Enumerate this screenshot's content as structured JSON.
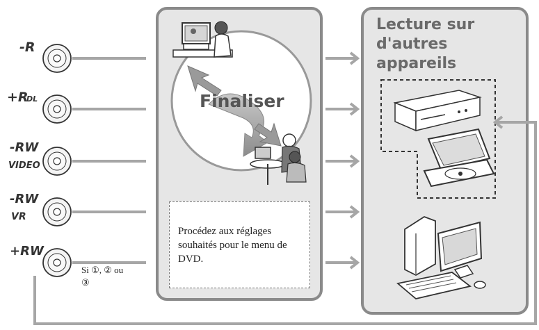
{
  "center_panel": {
    "action_label": "Finaliser",
    "note_text": "Procédez aux réglages souhaités pour le menu de DVD."
  },
  "right_panel": {
    "title_lines": [
      "Lecture sur",
      "d'autres",
      "appareils"
    ]
  },
  "discs": [
    {
      "line1": "-R",
      "line2": ""
    },
    {
      "line1": "+R",
      "line2": "DL"
    },
    {
      "line1": "-RW",
      "line2": "VIDEO"
    },
    {
      "line1": "-RW",
      "line2": "VR"
    },
    {
      "line1": "+RW",
      "line2": ""
    }
  ],
  "condition_text": "Si ①, ② ou ③",
  "colors": {
    "panel_fill": "#e6e6e6",
    "panel_border": "#8a8a8a",
    "arrow": "#a6a6a6",
    "title": "#6a6a6a"
  }
}
